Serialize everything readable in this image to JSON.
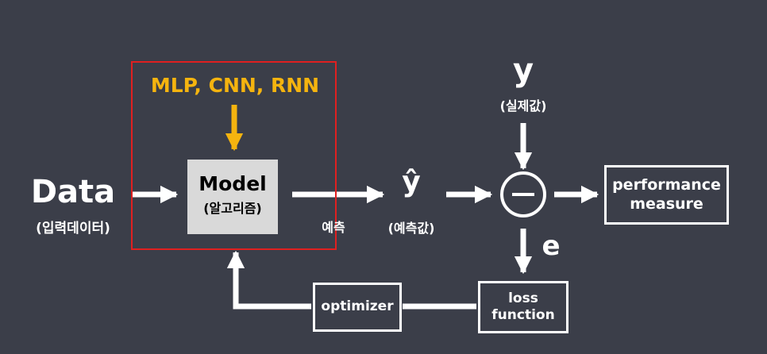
{
  "input": {
    "title": "Data",
    "subtitle": "(입력데이터)"
  },
  "algorithms": {
    "label": "MLP, CNN, RNN"
  },
  "model": {
    "title": "Model",
    "subtitle": "(알고리즘)"
  },
  "prediction": {
    "edge_label": "예측",
    "symbol": "ŷ",
    "subtitle": "(예측값)"
  },
  "target": {
    "symbol": "y",
    "subtitle": "(실제값)"
  },
  "compare": {
    "symbol": "−"
  },
  "error": {
    "label": "e"
  },
  "performance": {
    "line1": "performance",
    "line2": "measure"
  },
  "loss": {
    "line1": "loss",
    "line2": "function"
  },
  "optimizer": {
    "label": "optimizer"
  },
  "colors": {
    "background": "#3b3e49",
    "highlight_border": "#e02020",
    "algorithm_text": "#f5b40f",
    "model_box": "#d9d9d9",
    "foreground": "#ffffff"
  }
}
